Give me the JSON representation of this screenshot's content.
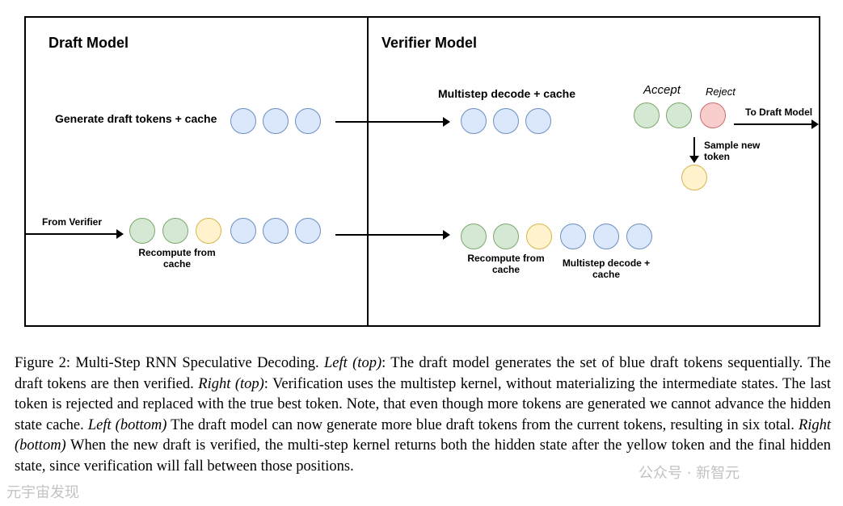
{
  "figure": {
    "left_panel_title": "Draft Model",
    "right_panel_title": "Verifier Model",
    "labels": {
      "generate_draft": "Generate draft tokens + cache",
      "from_verifier": "From Verifier",
      "recompute_left": "Recompute from\ncache",
      "multistep_top": "Multistep decode + cache",
      "accept": "Accept",
      "reject": "Reject",
      "to_draft": "To Draft Model",
      "sample_new": "Sample new\ntoken",
      "recompute_right": "Recompute from\ncache",
      "multistep_bottom": "Multistep decode +\ncache"
    },
    "colors": {
      "blue_token": "#dbe7fb",
      "green_token": "#d5e8d4",
      "yellow_token": "#fff2cc",
      "red_token": "#f8cecc"
    }
  },
  "caption": {
    "fig_label": "Figure 2: Multi-Step RNN Speculative Decoding.",
    "left_top": "Left (top)",
    "t1": ": The draft model generates the set of blue draft tokens sequentially. The draft tokens are then verified.",
    "right_top": "Right (top)",
    "t2": ": Verification uses the multistep kernel, without materializing the intermediate states. The last token is rejected and replaced with the true best token. Note, that even though more tokens are generated we cannot advance the hidden state cache.",
    "left_bottom": "Left (bottom)",
    "t3": " The draft model can now generate more blue draft tokens from the current tokens, resulting in six total.",
    "right_bottom": "Right (bottom)",
    "t4": " When the new draft is verified, the multi-step kernel returns both the hidden state after the yellow token and the final hidden state, since verification will fall between those positions."
  },
  "watermarks": {
    "left": "元宇宙发现",
    "right": "公众号 · 新智元"
  }
}
